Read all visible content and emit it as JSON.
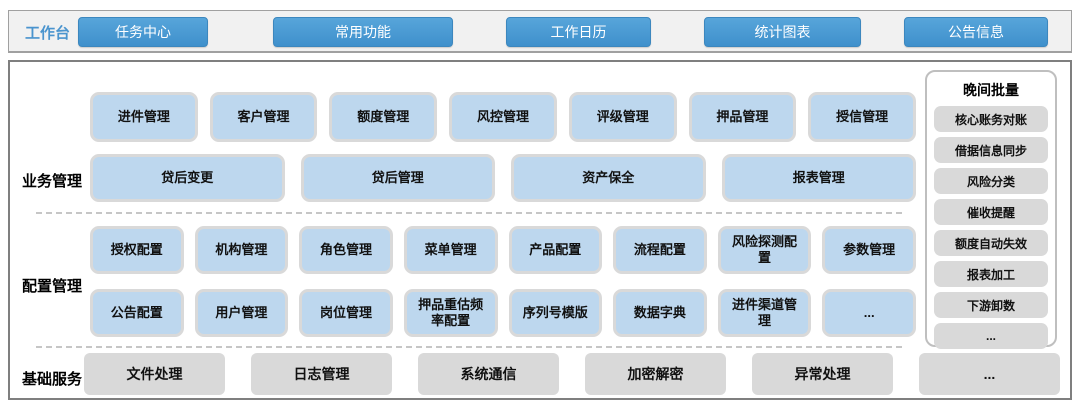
{
  "colors": {
    "accent_blue": "#4796d2",
    "module_blue_fill": "#bdd7ee",
    "module_border": "#d9d9d9",
    "gray_fill": "#d9d9d9",
    "topbar_bg": "#f1f1f1",
    "panel_border": "#7f7f7f"
  },
  "topbar": {
    "label": "工作台",
    "buttons": [
      "任务中心",
      "常用功能",
      "工作日历",
      "统计图表",
      "公告信息"
    ]
  },
  "sections": {
    "business": {
      "label": "业务管理",
      "row1": [
        "进件管理",
        "客户管理",
        "额度管理",
        "风控管理",
        "评级管理",
        "押品管理",
        "授信管理"
      ],
      "row2": [
        "贷后变更",
        "贷后管理",
        "资产保全",
        "报表管理"
      ]
    },
    "config": {
      "label": "配置管理",
      "row1": [
        "授权配置",
        "机构管理",
        "角色管理",
        "菜单管理",
        "产品配置",
        "流程配置",
        "风险探测配置",
        "参数管理"
      ],
      "row2": [
        "公告配置",
        "用户管理",
        "岗位管理",
        "押品重估频率配置",
        "序列号模版",
        "数据字典",
        "进件渠道管理",
        "..."
      ]
    },
    "base": {
      "label": "基础服务",
      "row": [
        "文件处理",
        "日志管理",
        "系统通信",
        "加密解密",
        "异常处理",
        "..."
      ]
    },
    "batch": {
      "title": "晚间批量",
      "items": [
        "核心账务对账",
        "借据信息同步",
        "风险分类",
        "催收提醒",
        "额度自动失效",
        "报表加工",
        "下游卸数",
        "..."
      ]
    }
  }
}
